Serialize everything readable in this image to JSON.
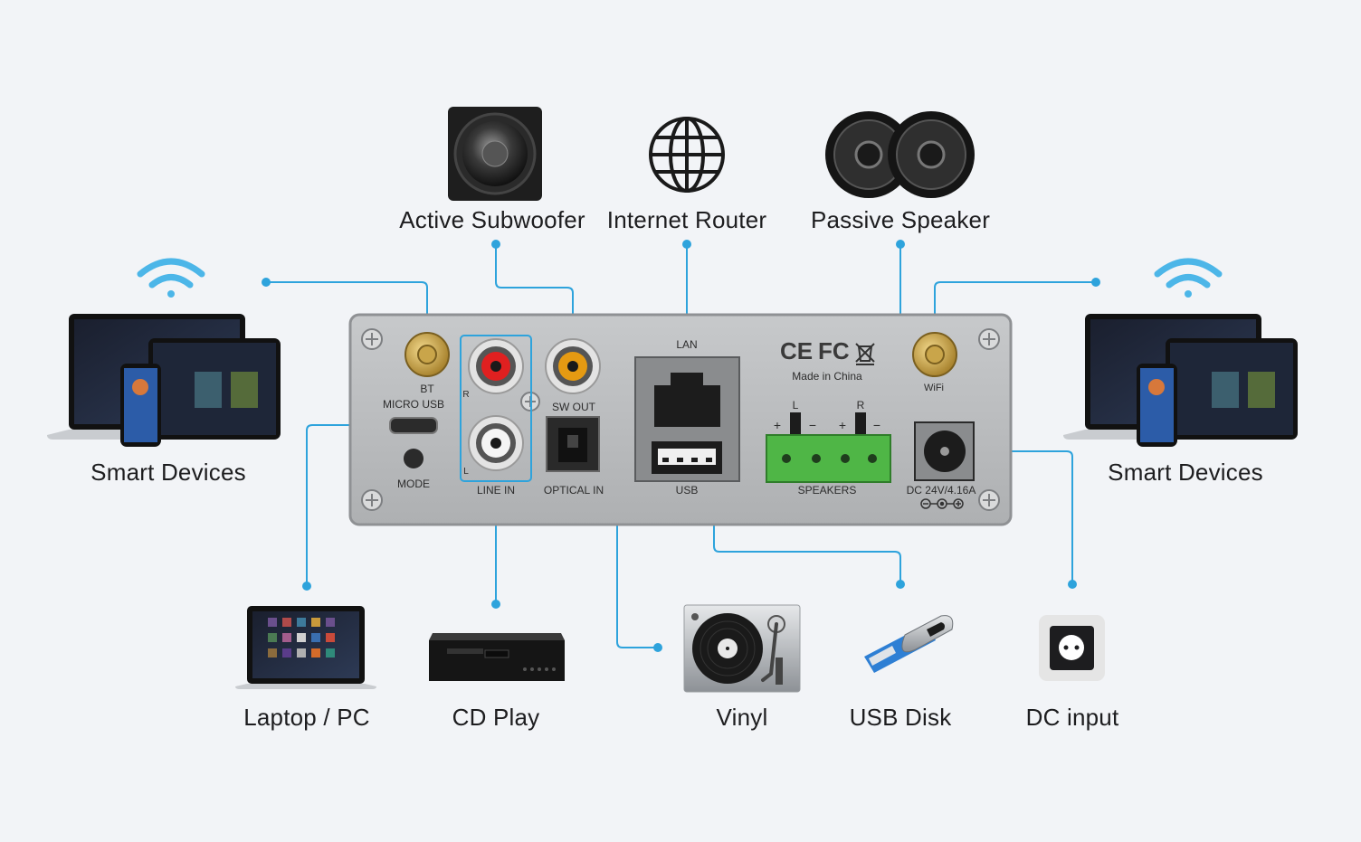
{
  "devices": {
    "smart_devices_left": "Smart Devices",
    "active_subwoofer": "Active Subwoofer",
    "internet_router": "Internet Router",
    "passive_speaker": "Passive Speaker",
    "smart_devices_right": "Smart Devices",
    "laptop_pc": "Laptop / PC",
    "cd_play": "CD Play",
    "vinyl": "Vinyl",
    "usb_disk": "USB Disk",
    "dc_input": "DC input"
  },
  "panel": {
    "bt": "BT",
    "micro_usb": "MICRO USB",
    "mode": "MODE",
    "r": "R",
    "l": "L",
    "line_in": "LINE IN",
    "sw_out": "SW OUT",
    "optical_in": "OPTICAL IN",
    "lan": "LAN",
    "usb": "USB",
    "ce_mark": "CE",
    "fc_mark": "FC",
    "made_in": "Made in China",
    "speaker_l": "L",
    "speaker_r": "R",
    "plus": "+",
    "minus": "−",
    "speakers": "SPEAKERS",
    "wifi": "WiFi",
    "dc_rating": "DC 24V/4.16A"
  },
  "colors": {
    "background": "#f2f4f7",
    "connector_line": "#2ea3dc",
    "panel": "#b9bbbd",
    "text": "#1d1d1f",
    "wifi_icon": "#4cb6e8",
    "terminal_green": "#4fb646"
  }
}
